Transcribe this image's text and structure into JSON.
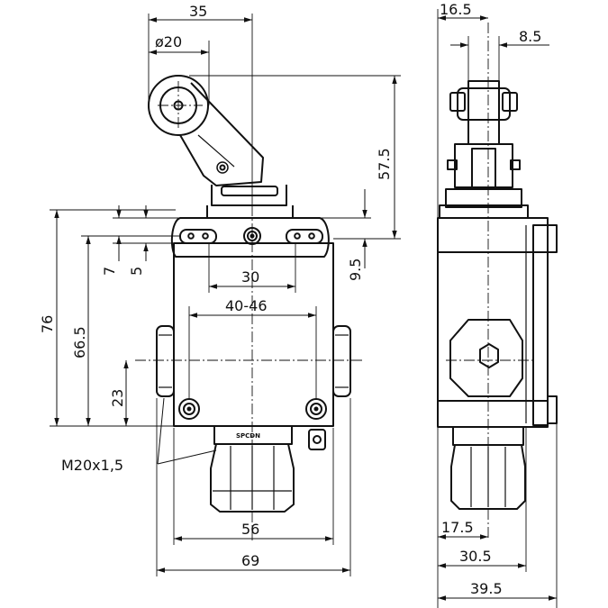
{
  "dimensions": {
    "front_width_35": "35",
    "roller_diameter": "ø20",
    "lever_height": "57.5",
    "height_76": "76",
    "height_66_5": "66.5",
    "height_23": "23",
    "offset_7": "7",
    "offset_5": "5",
    "offset_9_5": "9.5",
    "hole_spacing_30": "30",
    "hole_spacing_40_46": "40-46",
    "base_width_56": "56",
    "overall_width_69": "69",
    "thread_label": "M20x1,5",
    "side_16_5": "16.5",
    "side_8_5": "8.5",
    "side_17_5": "17.5",
    "side_30_5": "30.5",
    "side_39_5": "39.5"
  },
  "labels": {
    "brand_mark": "SPCDN"
  }
}
